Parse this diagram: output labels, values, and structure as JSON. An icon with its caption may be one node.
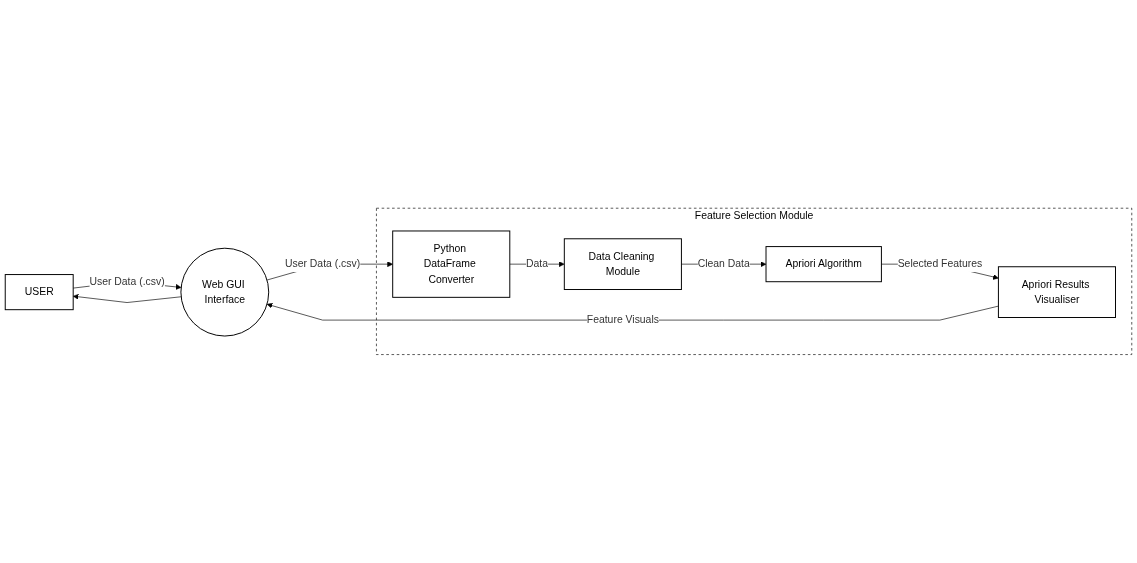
{
  "diagram": {
    "nodes": [
      {
        "text": [
          "USER"
        ]
      },
      {
        "text": [
          "Web GUI Interface"
        ]
      },
      {
        "text": [
          "Feature Selection Module"
        ]
      },
      {
        "text": [
          "Python DataFrame Converter"
        ],
        "in": 2
      },
      {
        "text": [
          "Data Cleaning Module"
        ],
        "in": 2
      },
      {
        "text": [
          "Apriori Algorithm"
        ],
        "in": 2
      },
      {
        "text": [
          "Apriori Results Visualiser"
        ],
        "in": 2
      }
    ],
    "edges": [
      {
        "from": 0,
        "to": 1,
        "arrow": "to",
        "label": "User Data (.csv)"
      },
      {
        "from": 1,
        "to": 0,
        "arrow": "to"
      },
      {
        "from": 1,
        "to": 3,
        "arrow": "to",
        "label": "User Data (.csv)"
      },
      {
        "from": 3,
        "to": 4,
        "arrow": "to",
        "label": "Data"
      },
      {
        "from": 4,
        "to": 5,
        "arrow": "to",
        "label": "Clean Data"
      },
      {
        "from": 5,
        "to": 6,
        "arrow": "to",
        "label": "Selected Features"
      },
      {
        "from": 6,
        "to": 1,
        "arrow": "to",
        "label": "Feature Visuals"
      }
    ]
  }
}
